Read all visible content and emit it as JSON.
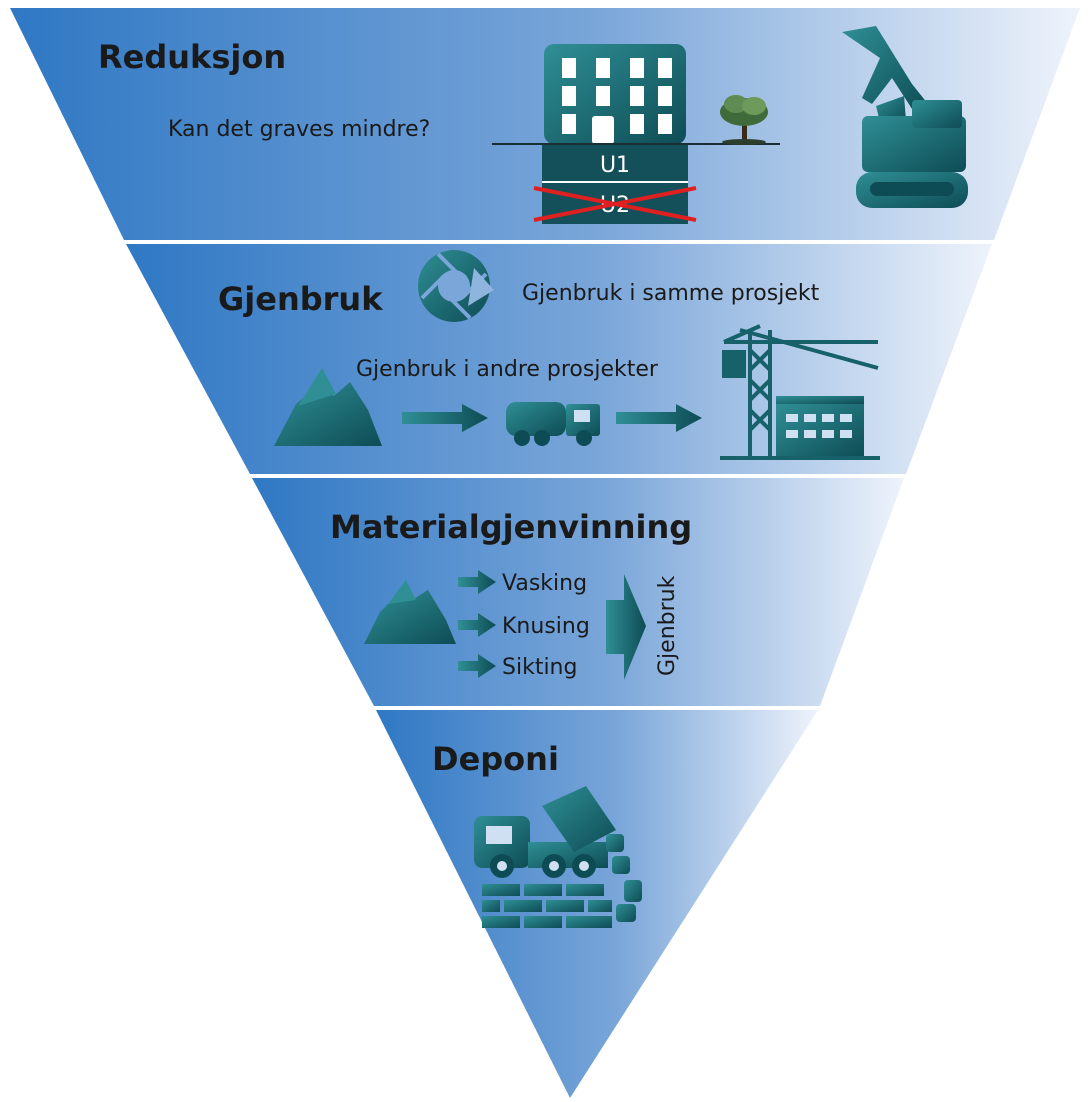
{
  "levels": {
    "reduksjon": {
      "title": "Reduksjon",
      "question": "Kan det graves mindre?",
      "basement_1": "U1",
      "basement_2": "U2"
    },
    "gjenbruk": {
      "title": "Gjenbruk",
      "same_project": "Gjenbruk i samme prosjekt",
      "other_projects": "Gjenbruk i andre prosjekter"
    },
    "materialgjenvinning": {
      "title": "Materialgjenvinning",
      "steps": [
        "Vasking",
        "Knusing",
        "Sikting"
      ],
      "result": "Gjenbruk"
    },
    "deponi": {
      "title": "Deponi"
    }
  },
  "colors": {
    "band_dark": "#2f78c4",
    "band_light": "#eef3fb",
    "icon_teal": "#16616a",
    "cross_red": "#e02020"
  },
  "icons": [
    "building-icon",
    "tree-icon",
    "excavator-icon",
    "recycle-icon",
    "rock-pile-icon",
    "arrow-icon",
    "truck-icon",
    "crane-icon",
    "dump-truck-icon",
    "brick-wall-icon"
  ]
}
